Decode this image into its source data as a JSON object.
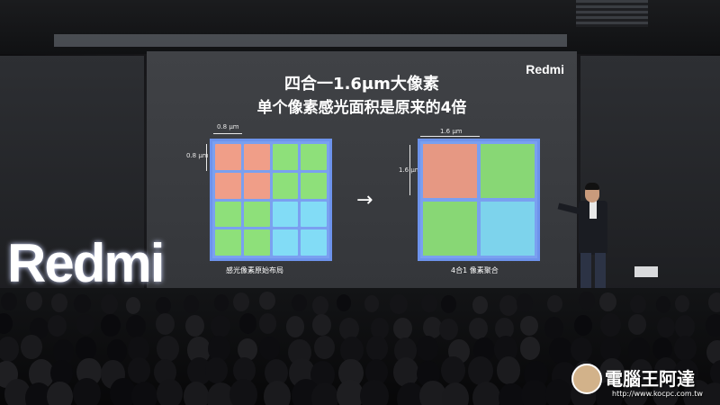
{
  "slide": {
    "title_line1": "四合一1.6μm大像素",
    "title_line2": "单个像素感光面积是原来的4倍",
    "logo": "Redmi",
    "left_width_label": "0.8 μm",
    "left_height_label": "0.8 μm",
    "right_width_label": "1.6 μm",
    "right_height_label": "1.6 μm",
    "left_caption": "感光像素原始布局",
    "right_caption": "4合1 像素聚合",
    "arrow": "→",
    "colors": {
      "orange": "#f09e88",
      "green": "#8ee07a",
      "cyan": "#82dcf6",
      "grid_blue": "#6d93ec"
    },
    "left_grid": [
      [
        "orange",
        "orange",
        "green",
        "green"
      ],
      [
        "orange",
        "orange",
        "green",
        "green"
      ],
      [
        "green",
        "green",
        "cyan",
        "cyan"
      ],
      [
        "green",
        "green",
        "cyan",
        "cyan"
      ]
    ],
    "right_grid": [
      "orange",
      "green",
      "green",
      "cyan"
    ]
  },
  "stage_sign": "Redmi",
  "watermark": {
    "text": "電腦王阿達",
    "url": "http://www.kocpc.com.tw"
  }
}
